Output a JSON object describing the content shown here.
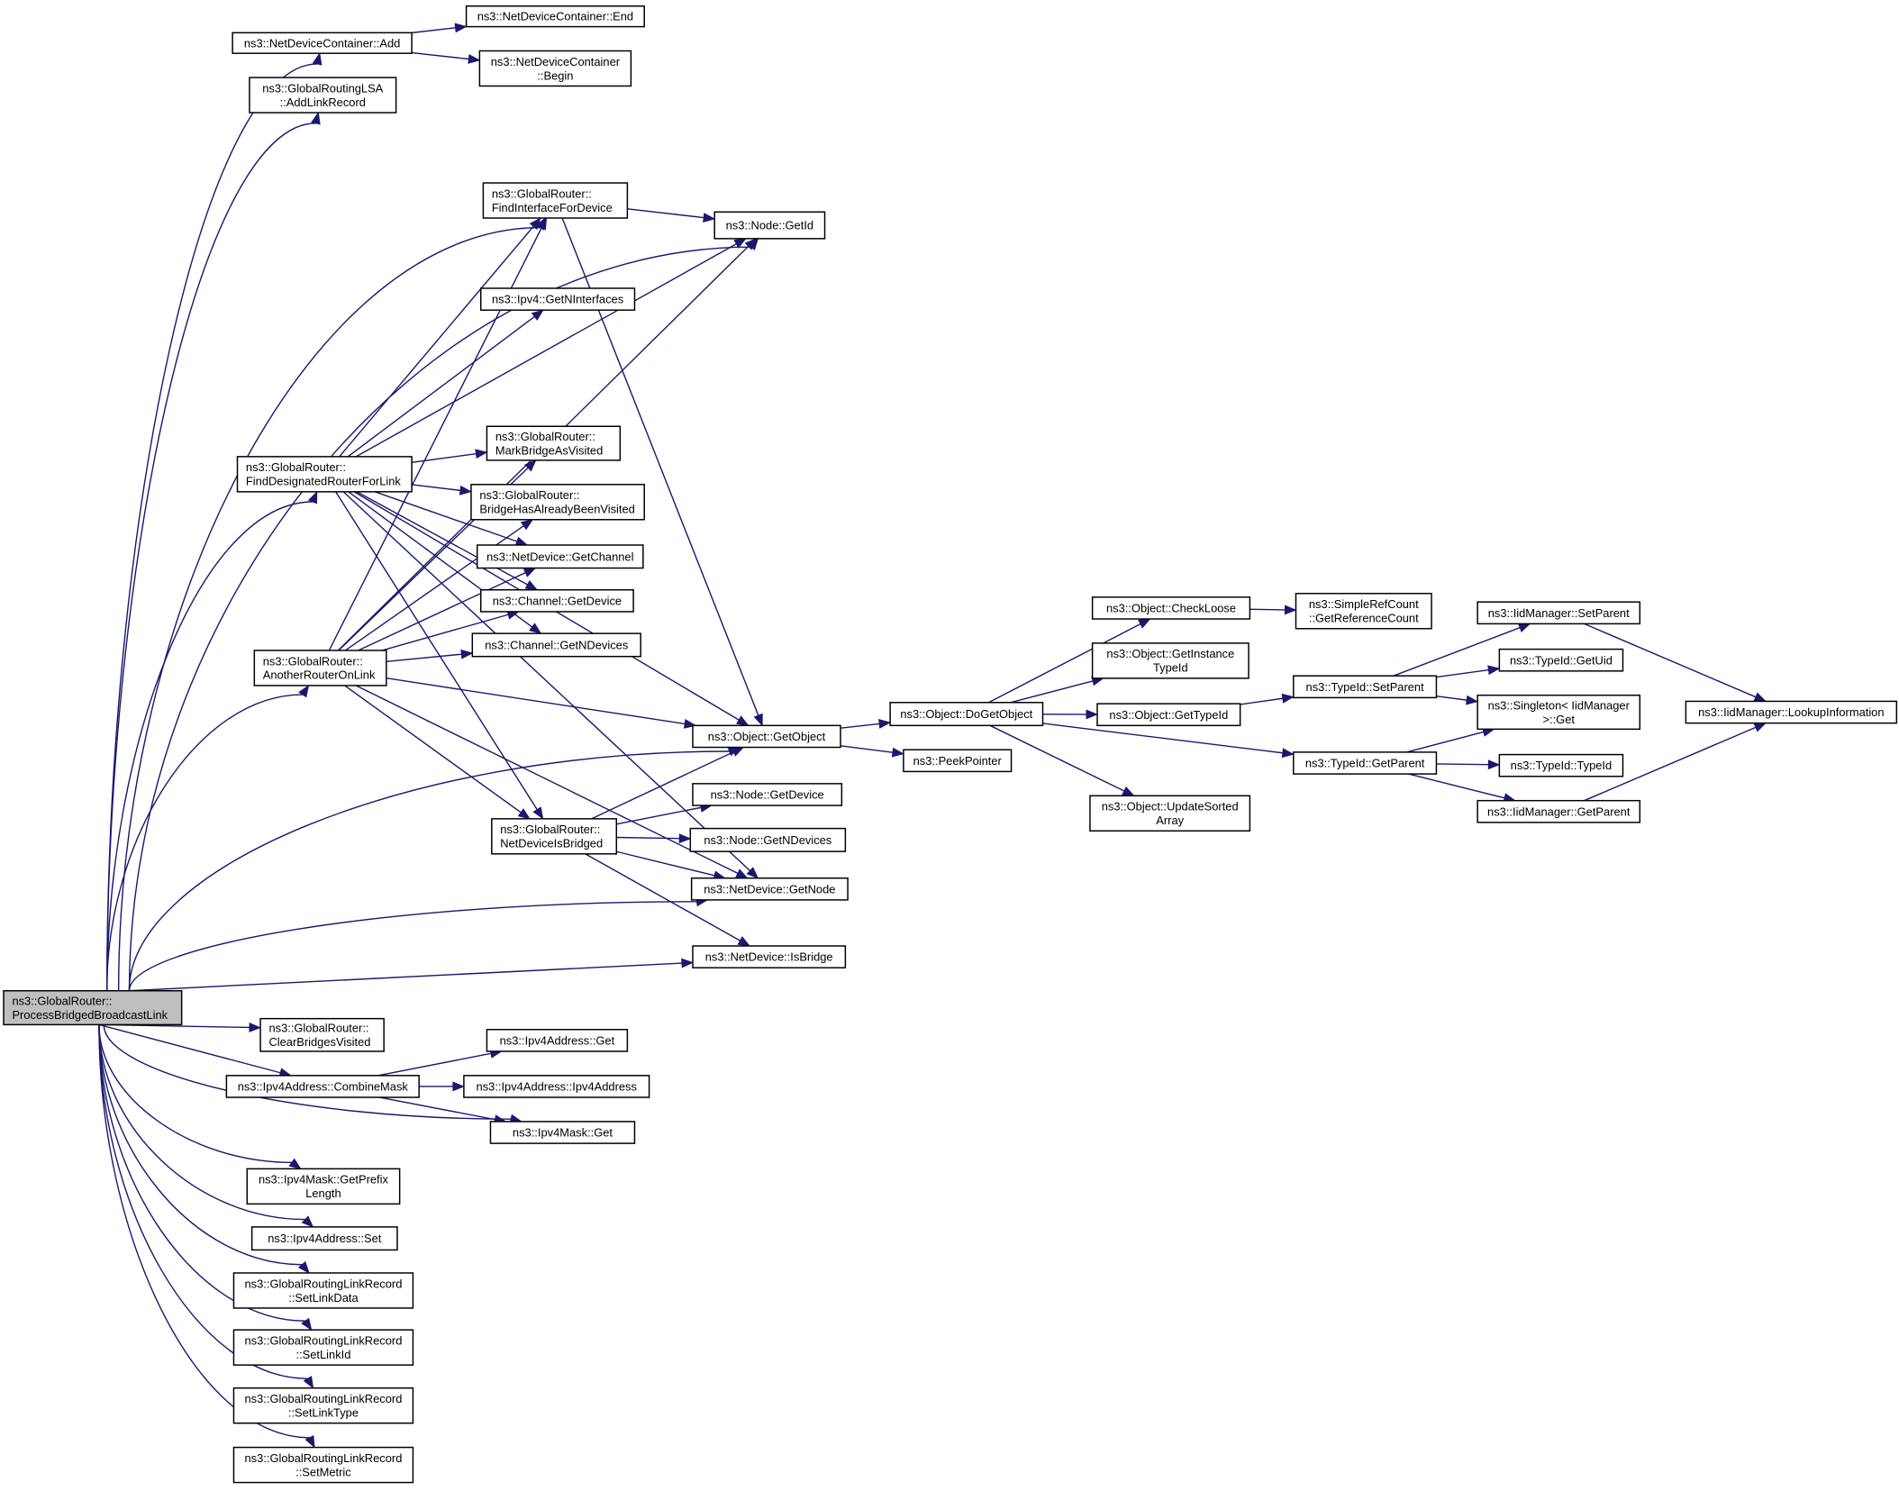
{
  "title": "ns3::GlobalRouter::ProcessBridgedBroadcastLink call graph",
  "colors": {
    "edge": "#191970",
    "root_fill": "#bfbfbf",
    "node_fill": "#ffffff",
    "node_border": "#000000"
  },
  "nodes": [
    {
      "id": "root",
      "lines": [
        "ns3::GlobalRouter::",
        "ProcessBridgedBroadcastLink"
      ],
      "root": true,
      "align": "left"
    },
    {
      "id": "ndc_add",
      "lines": [
        "ns3::NetDeviceContainer::Add"
      ]
    },
    {
      "id": "ndc_end",
      "lines": [
        "ns3::NetDeviceContainer::End"
      ]
    },
    {
      "id": "ndc_begin",
      "lines": [
        "ns3::NetDeviceContainer",
        "::Begin"
      ]
    },
    {
      "id": "lsa_add",
      "lines": [
        "ns3::GlobalRoutingLSA",
        "::AddLinkRecord"
      ]
    },
    {
      "id": "gr_findif",
      "lines": [
        "ns3::GlobalRouter::",
        "FindInterfaceForDevice"
      ],
      "align": "left"
    },
    {
      "id": "node_getid",
      "lines": [
        "ns3::Node::GetId"
      ]
    },
    {
      "id": "ipv4_getnif",
      "lines": [
        "ns3::Ipv4::GetNInterfaces"
      ]
    },
    {
      "id": "gr_findDR",
      "lines": [
        "ns3::GlobalRouter::",
        "FindDesignatedRouterForLink"
      ],
      "align": "left"
    },
    {
      "id": "gr_mark",
      "lines": [
        "ns3::GlobalRouter::",
        "MarkBridgeAsVisited"
      ],
      "align": "left"
    },
    {
      "id": "gr_bhabv",
      "lines": [
        "ns3::GlobalRouter::",
        "BridgeHasAlreadyBeenVisited"
      ],
      "align": "left"
    },
    {
      "id": "nd_getch",
      "lines": [
        "ns3::NetDevice::GetChannel"
      ]
    },
    {
      "id": "ch_getdev",
      "lines": [
        "ns3::Channel::GetDevice"
      ]
    },
    {
      "id": "ch_getndev",
      "lines": [
        "ns3::Channel::GetNDevices"
      ]
    },
    {
      "id": "gr_another",
      "lines": [
        "ns3::GlobalRouter::",
        "AnotherRouterOnLink"
      ],
      "align": "left"
    },
    {
      "id": "obj_getobj",
      "lines": [
        "ns3::Object::GetObject"
      ]
    },
    {
      "id": "obj_dogetobj",
      "lines": [
        "ns3::Object::DoGetObject"
      ]
    },
    {
      "id": "peek",
      "lines": [
        "ns3::PeekPointer"
      ]
    },
    {
      "id": "gr_ndib",
      "lines": [
        "ns3::GlobalRouter::",
        "NetDeviceIsBridged"
      ],
      "align": "left"
    },
    {
      "id": "node_getdev",
      "lines": [
        "ns3::Node::GetDevice"
      ]
    },
    {
      "id": "node_getndev",
      "lines": [
        "ns3::Node::GetNDevices"
      ]
    },
    {
      "id": "nd_getnode",
      "lines": [
        "ns3::NetDevice::GetNode"
      ]
    },
    {
      "id": "nd_isbridge",
      "lines": [
        "ns3::NetDevice::IsBridge"
      ]
    },
    {
      "id": "gr_clear",
      "lines": [
        "ns3::GlobalRouter::",
        "ClearBridgesVisited"
      ],
      "align": "left"
    },
    {
      "id": "ipa_combine",
      "lines": [
        "ns3::Ipv4Address::CombineMask"
      ]
    },
    {
      "id": "ipa_get",
      "lines": [
        "ns3::Ipv4Address::Get"
      ]
    },
    {
      "id": "ipa_ctor",
      "lines": [
        "ns3::Ipv4Address::Ipv4Address"
      ]
    },
    {
      "id": "ipm_get",
      "lines": [
        "ns3::Ipv4Mask::Get"
      ]
    },
    {
      "id": "ipm_prefix",
      "lines": [
        "ns3::Ipv4Mask::GetPrefix",
        "Length"
      ]
    },
    {
      "id": "ipa_set",
      "lines": [
        "ns3::Ipv4Address::Set"
      ]
    },
    {
      "id": "lr_data",
      "lines": [
        "ns3::GlobalRoutingLinkRecord",
        "::SetLinkData"
      ]
    },
    {
      "id": "lr_id",
      "lines": [
        "ns3::GlobalRoutingLinkRecord",
        "::SetLinkId"
      ]
    },
    {
      "id": "lr_type",
      "lines": [
        "ns3::GlobalRoutingLinkRecord",
        "::SetLinkType"
      ]
    },
    {
      "id": "lr_metric",
      "lines": [
        "ns3::GlobalRoutingLinkRecord",
        "::SetMetric"
      ]
    },
    {
      "id": "obj_check",
      "lines": [
        "ns3::Object::CheckLoose"
      ]
    },
    {
      "id": "src_getref",
      "lines": [
        "ns3::SimpleRefCount",
        "::GetReferenceCount"
      ]
    },
    {
      "id": "obj_getinst",
      "lines": [
        "ns3::Object::GetInstance",
        "TypeId"
      ]
    },
    {
      "id": "obj_gettid",
      "lines": [
        "ns3::Object::GetTypeId"
      ]
    },
    {
      "id": "obj_update",
      "lines": [
        "ns3::Object::UpdateSorted",
        "Array"
      ]
    },
    {
      "id": "tid_setparent",
      "lines": [
        "ns3::TypeId::SetParent"
      ]
    },
    {
      "id": "tid_getparent",
      "lines": [
        "ns3::TypeId::GetParent"
      ]
    },
    {
      "id": "iid_setparent",
      "lines": [
        "ns3::IidManager::SetParent"
      ]
    },
    {
      "id": "tid_getuid",
      "lines": [
        "ns3::TypeId::GetUid"
      ]
    },
    {
      "id": "singleton_get",
      "lines": [
        "ns3::Singleton< IidManager",
        ">::Get"
      ]
    },
    {
      "id": "tid_ctor",
      "lines": [
        "ns3::TypeId::TypeId"
      ]
    },
    {
      "id": "iid_getparent",
      "lines": [
        "ns3::IidManager::GetParent"
      ]
    },
    {
      "id": "iid_lookup",
      "lines": [
        "ns3::IidManager::LookupInformation"
      ]
    }
  ],
  "edges": [
    [
      "root",
      "ndc_add"
    ],
    [
      "ndc_add",
      "ndc_end"
    ],
    [
      "ndc_add",
      "ndc_begin"
    ],
    [
      "root",
      "lsa_add"
    ],
    [
      "root",
      "node_getid"
    ],
    [
      "root",
      "gr_findif"
    ],
    [
      "gr_findif",
      "node_getid"
    ],
    [
      "gr_findif",
      "obj_getobj"
    ],
    [
      "root",
      "gr_findDR"
    ],
    [
      "gr_findDR",
      "gr_findif"
    ],
    [
      "gr_findDR",
      "node_getid"
    ],
    [
      "gr_findDR",
      "ipv4_getnif"
    ],
    [
      "gr_findDR",
      "obj_getobj"
    ],
    [
      "gr_findDR",
      "nd_getnode"
    ],
    [
      "gr_findDR",
      "gr_mark"
    ],
    [
      "gr_findDR",
      "gr_bhabv"
    ],
    [
      "gr_findDR",
      "nd_getch"
    ],
    [
      "gr_findDR",
      "ch_getdev"
    ],
    [
      "gr_findDR",
      "ch_getndev"
    ],
    [
      "gr_findDR",
      "gr_ndib"
    ],
    [
      "root",
      "gr_another"
    ],
    [
      "gr_another",
      "gr_findif"
    ],
    [
      "gr_another",
      "gr_mark"
    ],
    [
      "gr_another",
      "gr_bhabv"
    ],
    [
      "gr_another",
      "nd_getch"
    ],
    [
      "gr_another",
      "ch_getdev"
    ],
    [
      "gr_another",
      "ch_getndev"
    ],
    [
      "gr_another",
      "node_getid"
    ],
    [
      "gr_another",
      "obj_getobj"
    ],
    [
      "gr_another",
      "gr_ndib"
    ],
    [
      "gr_another",
      "nd_getnode"
    ],
    [
      "root",
      "obj_getobj"
    ],
    [
      "root",
      "nd_getnode"
    ],
    [
      "root",
      "nd_isbridge"
    ],
    [
      "gr_ndib",
      "obj_getobj"
    ],
    [
      "gr_ndib",
      "node_getdev"
    ],
    [
      "gr_ndib",
      "node_getndev"
    ],
    [
      "gr_ndib",
      "nd_getnode"
    ],
    [
      "gr_ndib",
      "nd_isbridge"
    ],
    [
      "obj_getobj",
      "obj_dogetobj"
    ],
    [
      "obj_getobj",
      "peek"
    ],
    [
      "obj_dogetobj",
      "obj_check"
    ],
    [
      "obj_dogetobj",
      "obj_getinst"
    ],
    [
      "obj_dogetobj",
      "obj_gettid"
    ],
    [
      "obj_dogetobj",
      "obj_update"
    ],
    [
      "obj_dogetobj",
      "tid_getparent"
    ],
    [
      "obj_check",
      "src_getref"
    ],
    [
      "obj_gettid",
      "tid_setparent"
    ],
    [
      "tid_setparent",
      "iid_setparent"
    ],
    [
      "tid_setparent",
      "tid_getuid"
    ],
    [
      "tid_setparent",
      "singleton_get"
    ],
    [
      "tid_getparent",
      "singleton_get"
    ],
    [
      "tid_getparent",
      "tid_ctor"
    ],
    [
      "tid_getparent",
      "iid_getparent"
    ],
    [
      "iid_setparent",
      "iid_lookup"
    ],
    [
      "iid_getparent",
      "iid_lookup"
    ],
    [
      "root",
      "gr_clear"
    ],
    [
      "root",
      "ipa_combine"
    ],
    [
      "ipa_combine",
      "ipa_get"
    ],
    [
      "ipa_combine",
      "ipa_ctor"
    ],
    [
      "ipa_combine",
      "ipm_get"
    ],
    [
      "root",
      "ipm_get"
    ],
    [
      "root",
      "ipm_prefix"
    ],
    [
      "root",
      "ipa_set"
    ],
    [
      "root",
      "lr_data"
    ],
    [
      "root",
      "lr_id"
    ],
    [
      "root",
      "lr_type"
    ],
    [
      "root",
      "lr_metric"
    ]
  ]
}
